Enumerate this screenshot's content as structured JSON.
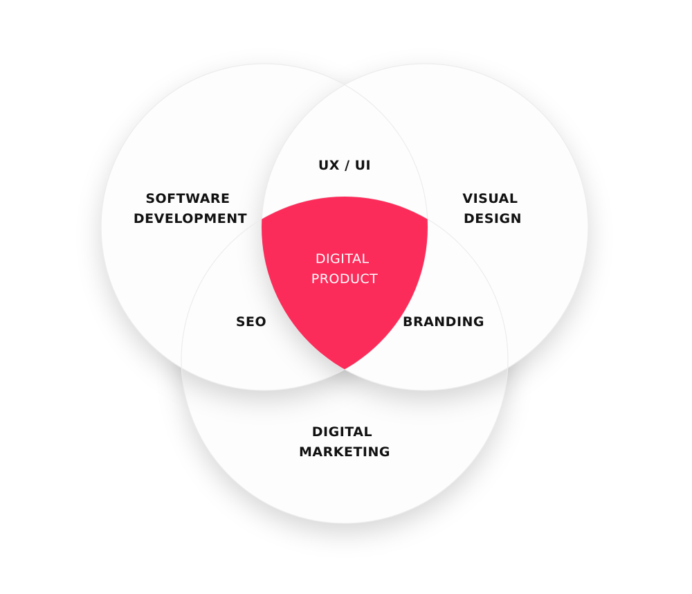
{
  "diagram": {
    "circles": [
      {
        "id": "software-development",
        "lines": [
          "SOFTWARE",
          "DEVELOPMENT"
        ]
      },
      {
        "id": "visual-design",
        "lines": [
          "VISUAL",
          "DESIGN"
        ]
      },
      {
        "id": "digital-marketing",
        "lines": [
          "DIGITAL",
          "MARKETING"
        ]
      }
    ],
    "intersections": {
      "ux_ui": "UX / UI",
      "seo": "SEO",
      "branding": "BRANDING"
    },
    "center": {
      "lines": [
        "DIGITAL",
        "PRODUCT"
      ]
    },
    "colors": {
      "circle_fill": "#fdfdfd",
      "center_fill": "#fc2c5a",
      "text": "#111111",
      "center_text": "#ffffff"
    }
  }
}
